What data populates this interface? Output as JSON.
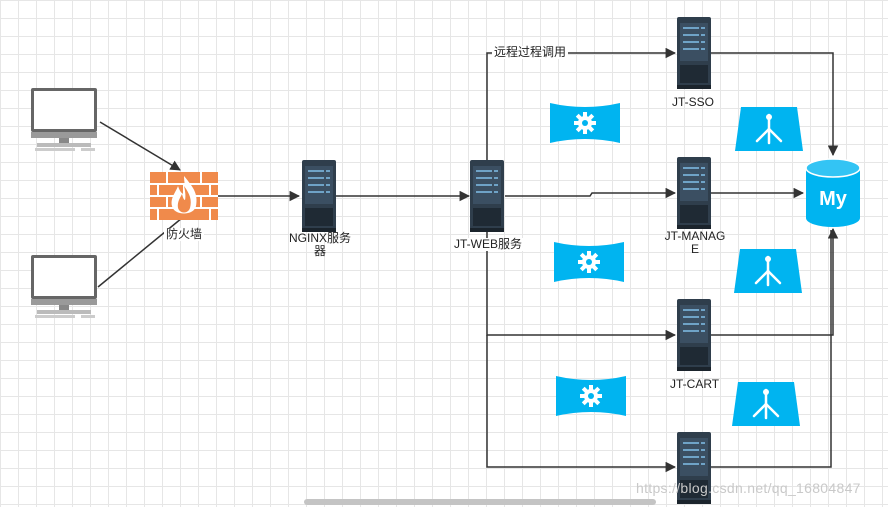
{
  "labels": {
    "firewall": "防火墙",
    "nginx": "NGINX服务器",
    "web": "JT-WEB服务",
    "rpc": "远程过程调用",
    "sso": "JT-SSO",
    "manage": "JT-MANAGE",
    "cart": "JT-CART",
    "mysql_logo": "My"
  },
  "watermark": "https://blog.csdn.net/qq_16804847",
  "colors": {
    "line": "#333333",
    "server_dark": "#2f3e4c",
    "server_stripe": "#5d8fb2",
    "cyan": "#00b4f0",
    "firewall_brick": "#f08a4b",
    "monitor_frame": "#666666"
  }
}
